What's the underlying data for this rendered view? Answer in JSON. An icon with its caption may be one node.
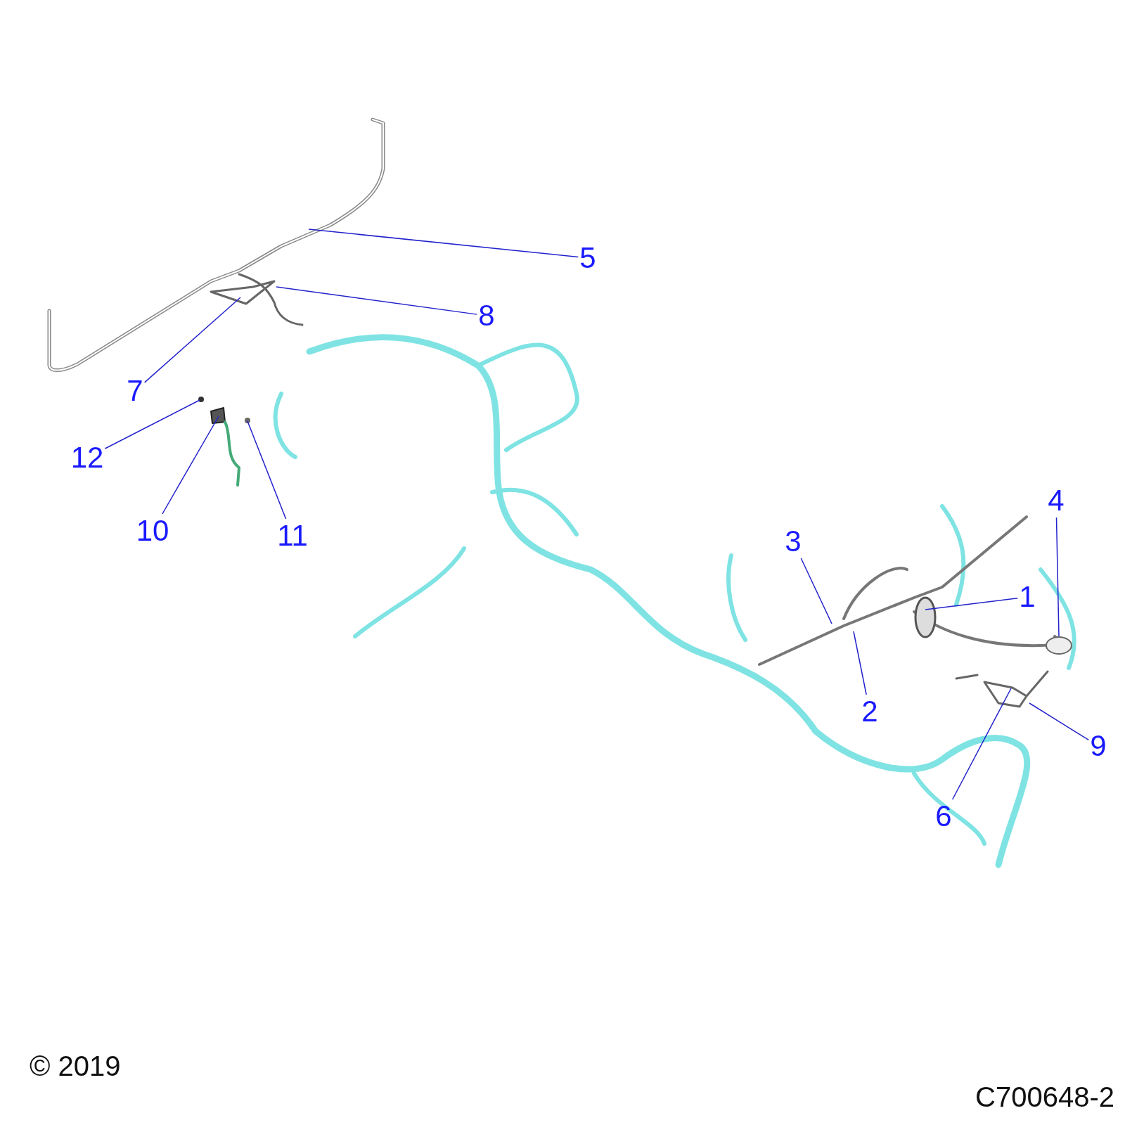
{
  "diagram": {
    "nodes": [
      {
        "text": [
          "5"
        ]
      },
      {
        "text": [
          "8"
        ]
      },
      {
        "text": [
          "7"
        ]
      },
      {
        "text": [
          "12"
        ]
      },
      {
        "text": [
          "10"
        ]
      },
      {
        "text": [
          "11"
        ]
      },
      {
        "text": [
          "4"
        ]
      },
      {
        "text": [
          "3"
        ]
      },
      {
        "text": [
          "1"
        ]
      },
      {
        "text": [
          "2"
        ]
      },
      {
        "text": [
          "9"
        ]
      },
      {
        "text": [
          "6"
        ]
      }
    ],
    "edges": [
      {
        "from": 0,
        "to": null,
        "arrow": "none"
      },
      {
        "from": 1,
        "to": null,
        "arrow": "none"
      },
      {
        "from": 2,
        "to": null,
        "arrow": "none"
      },
      {
        "from": 3,
        "to": null,
        "arrow": "none"
      },
      {
        "from": 4,
        "to": null,
        "arrow": "none"
      },
      {
        "from": 5,
        "to": null,
        "arrow": "none"
      },
      {
        "from": 6,
        "to": null,
        "arrow": "none"
      },
      {
        "from": 7,
        "to": null,
        "arrow": "none"
      },
      {
        "from": 8,
        "to": null,
        "arrow": "none"
      },
      {
        "from": 9,
        "to": null,
        "arrow": "none"
      },
      {
        "from": 10,
        "to": null,
        "arrow": "none"
      },
      {
        "from": 11,
        "to": null,
        "arrow": "none"
      }
    ],
    "labels": [
      "© 2019",
      "C700648-2"
    ]
  }
}
